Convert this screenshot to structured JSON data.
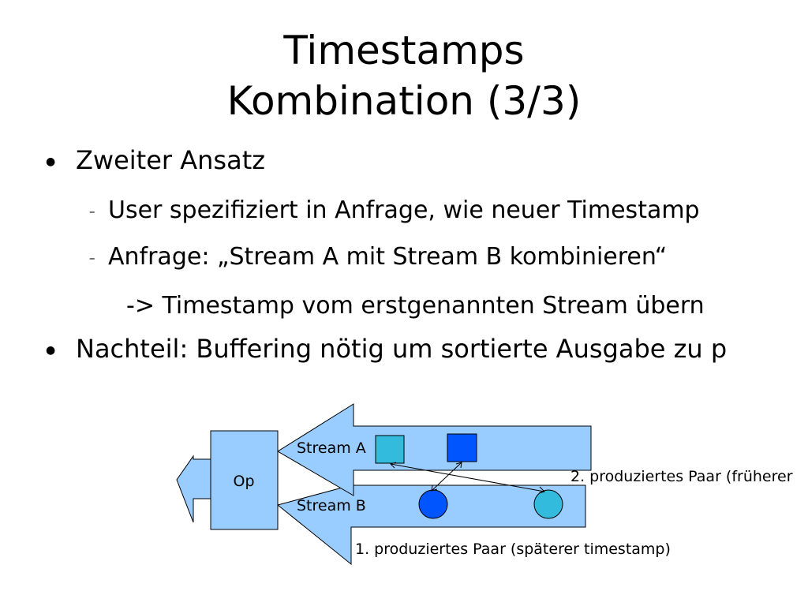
{
  "slide": {
    "title_line1": "Timestamps",
    "title_line2": "Kombination (3/3)",
    "bullets": [
      {
        "marker": "●",
        "text": "Zweiter Ansatz"
      },
      {
        "marker": "–",
        "text": "User spezifiziert in Anfrage, wie neuer Timestamp"
      },
      {
        "marker": "–",
        "text": "Anfrage: „Stream A mit Stream B kombinieren“"
      },
      {
        "marker": "",
        "text": "-> Timestamp vom erstgenannten Stream übern"
      },
      {
        "marker": "●",
        "text": "Nachteil: Buffering nötig um sortierte Ausgabe zu p"
      }
    ]
  },
  "diagram": {
    "op_label": "Op",
    "stream_a_label": "Stream A",
    "stream_b_label": "Stream B",
    "pair2_label": "2. produziertes Paar (früherer",
    "pair1_label": "1. produziertes Paar (späterer timestamp)",
    "colors": {
      "arrow_fill": "#99ccff",
      "outline": "#000000",
      "light_item": "#33bbdd",
      "dark_item": "#0055ff"
    }
  }
}
